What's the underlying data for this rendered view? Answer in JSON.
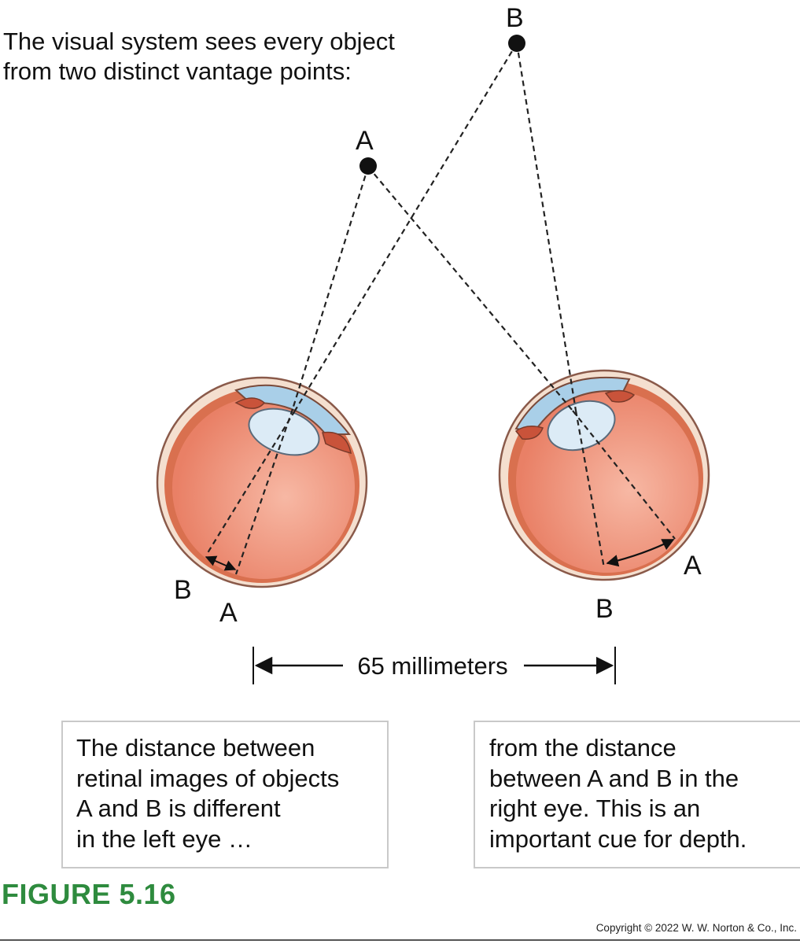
{
  "intro": {
    "line1": "The visual system sees every object",
    "line2": "from two distinct vantage points:"
  },
  "points": {
    "a_label": "A",
    "b_label": "B"
  },
  "left_eye": {
    "label_b": "B",
    "label_a": "A"
  },
  "right_eye": {
    "label_b": "B",
    "label_a": "A"
  },
  "distance": {
    "label": "65 millimeters"
  },
  "left_box": {
    "lines": [
      "The distance between",
      "retinal images of objects",
      "A and B is different",
      "in the left eye …"
    ]
  },
  "right_box": {
    "lines": [
      "from the distance",
      "between A and B in the",
      "right eye. This is an",
      "important cue for depth."
    ]
  },
  "figure_label": "FIGURE 5.16",
  "copyright": "Copyright © 2022 W. W. Norton & Co., Inc.",
  "colors": {
    "eyeball_fill": "#ef8f76",
    "eyeball_outer": "#f3dccb",
    "cornea_fill": "#a9cfe8",
    "lens_fill": "#dcebf6",
    "figure_label": "#2e8b3e"
  }
}
